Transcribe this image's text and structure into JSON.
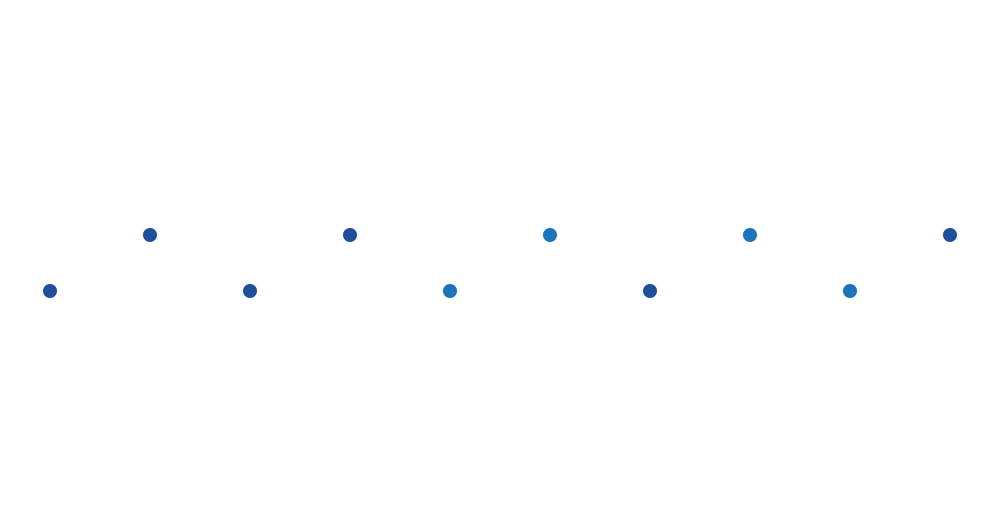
{
  "colors": {
    "dark_blue": "#1f4e9c",
    "light_blue": "#1b75bb"
  },
  "dots": [
    {
      "color": "dark_blue"
    },
    {
      "color": "dark_blue"
    },
    {
      "color": "dark_blue"
    },
    {
      "color": "dark_blue"
    },
    {
      "color": "light_blue"
    },
    {
      "color": "light_blue"
    },
    {
      "color": "dark_blue"
    },
    {
      "color": "light_blue"
    },
    {
      "color": "light_blue"
    },
    {
      "color": "dark_blue"
    }
  ]
}
